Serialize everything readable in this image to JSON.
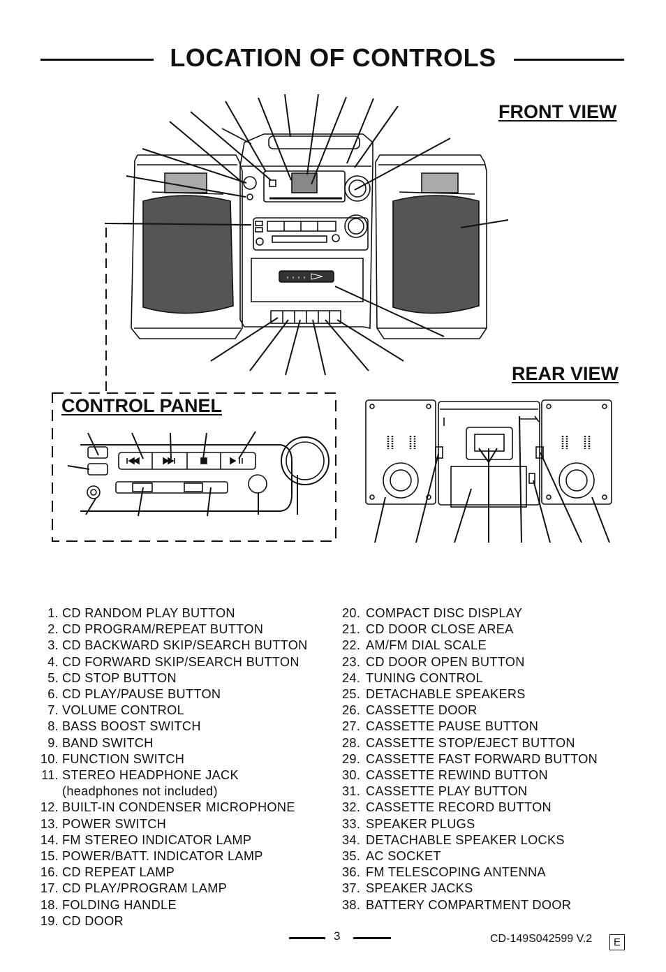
{
  "header": {
    "title": "LOCATION OF CONTROLS"
  },
  "views": {
    "front": "FRONT VIEW",
    "rear": "REAR VIEW",
    "control_panel": "CONTROL PANEL"
  },
  "controls_left": [
    {
      "num": "1.",
      "label": "CD RANDOM PLAY BUTTON"
    },
    {
      "num": "2.",
      "label": "CD PROGRAM/REPEAT BUTTON"
    },
    {
      "num": "3.",
      "label": "CD BACKWARD SKIP/SEARCH BUTTON"
    },
    {
      "num": "4.",
      "label": "CD FORWARD SKIP/SEARCH BUTTON"
    },
    {
      "num": "5.",
      "label": "CD STOP BUTTON"
    },
    {
      "num": "6.",
      "label": "CD PLAY/PAUSE BUTTON"
    },
    {
      "num": "7.",
      "label": "VOLUME CONTROL"
    },
    {
      "num": "8.",
      "label": "BASS BOOST SWITCH"
    },
    {
      "num": "9.",
      "label": "BAND SWITCH"
    },
    {
      "num": "10.",
      "label": "FUNCTION SWITCH"
    },
    {
      "num": "11.",
      "label": "STEREO HEADPHONE JACK"
    },
    {
      "num": "",
      "label": "(headphones not included)"
    },
    {
      "num": "12.",
      "label": "BUILT-IN CONDENSER MICROPHONE"
    },
    {
      "num": "13.",
      "label": "POWER SWITCH"
    },
    {
      "num": "14.",
      "label": "FM STEREO INDICATOR LAMP"
    },
    {
      "num": "15.",
      "label": "POWER/BATT. INDICATOR LAMP"
    },
    {
      "num": "16.",
      "label": "CD REPEAT LAMP"
    },
    {
      "num": "17.",
      "label": "CD PLAY/PROGRAM LAMP"
    },
    {
      "num": "18.",
      "label": "FOLDING HANDLE"
    },
    {
      "num": "19.",
      "label": "CD DOOR"
    }
  ],
  "controls_right": [
    {
      "num": "20.",
      "label": "COMPACT DISC DISPLAY"
    },
    {
      "num": "21.",
      "label": "CD DOOR CLOSE AREA"
    },
    {
      "num": "22.",
      "label": "AM/FM DIAL SCALE"
    },
    {
      "num": "23.",
      "label": "CD DOOR OPEN BUTTON"
    },
    {
      "num": "24.",
      "label": "TUNING CONTROL"
    },
    {
      "num": "25.",
      "label": "DETACHABLE SPEAKERS"
    },
    {
      "num": "26.",
      "label": "CASSETTE DOOR"
    },
    {
      "num": "27.",
      "label": "CASSETTE PAUSE BUTTON"
    },
    {
      "num": "28.",
      "label": "CASSETTE STOP/EJECT BUTTON"
    },
    {
      "num": "29.",
      "label": "CASSETTE FAST FORWARD BUTTON"
    },
    {
      "num": "30.",
      "label": "CASSETTE REWIND BUTTON"
    },
    {
      "num": "31.",
      "label": "CASSETTE PLAY BUTTON"
    },
    {
      "num": "32.",
      "label": "CASSETTE RECORD BUTTON"
    },
    {
      "num": "33.",
      "label": "SPEAKER PLUGS"
    },
    {
      "num": "34.",
      "label": "DETACHABLE SPEAKER LOCKS"
    },
    {
      "num": "35.",
      "label": "AC SOCKET"
    },
    {
      "num": "36.",
      "label": "FM TELESCOPING ANTENNA"
    },
    {
      "num": "37.",
      "label": "SPEAKER JACKS"
    },
    {
      "num": "38.",
      "label": "BATTERY COMPARTMENT DOOR"
    }
  ],
  "footer": {
    "page_number": "3",
    "doc_code": "CD-149S042599 V.2",
    "language": "E"
  }
}
